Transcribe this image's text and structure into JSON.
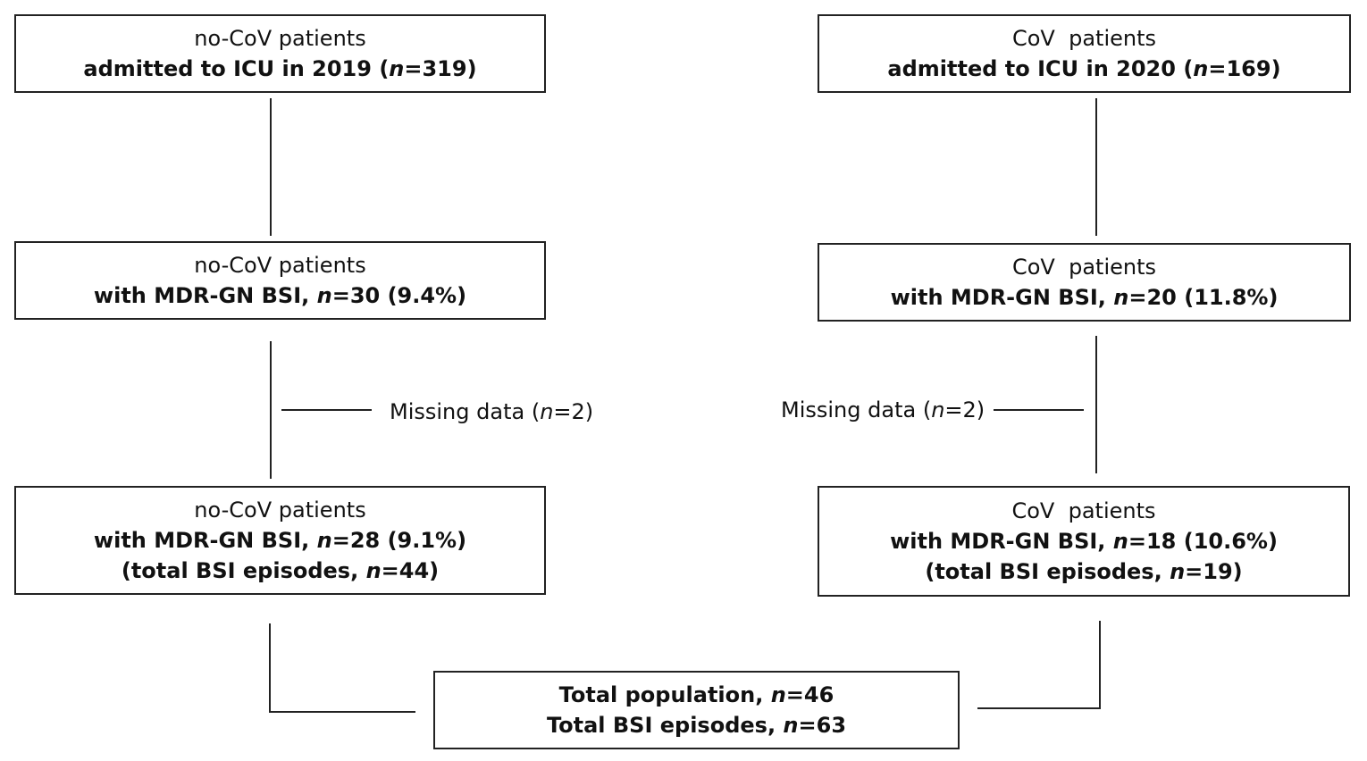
{
  "left": {
    "box1": {
      "line1": "no-CoV patients",
      "line2_pre": "admitted to ICU in 2019 (",
      "n_label": "n",
      "line2_post": "=319)"
    },
    "box2": {
      "line1": "no-CoV patients",
      "line2_pre": "with MDR-GN BSI, ",
      "n_label": "n",
      "line2_post": "=30 (9.4%)"
    },
    "missing": {
      "pre": "Missing data (",
      "n_label": "n",
      "post": "=2)"
    },
    "box3": {
      "line1": "no-CoV patients",
      "line2_pre": "with MDR-GN BSI, ",
      "n_label": "n",
      "line2_post": "=28 (9.1%)",
      "line3_pre": "(total BSI episodes, ",
      "line3_n": "n",
      "line3_post": "=44)"
    }
  },
  "right": {
    "box1": {
      "line1": "CoV  patients",
      "line2_pre": "admitted to ICU in 2020 (",
      "n_label": "n",
      "line2_post": "=169)"
    },
    "box2": {
      "line1": "CoV  patients",
      "line2_pre": "with MDR-GN BSI, ",
      "n_label": "n",
      "line2_post": "=20 (11.8%)"
    },
    "missing": {
      "pre": "Missing data (",
      "n_label": "n",
      "post": "=2)"
    },
    "box3": {
      "line1": "CoV  patients",
      "line2_pre": "with MDR-GN BSI, ",
      "n_label": "n",
      "line2_post": "=18 (10.6%)",
      "line3_pre": "(total BSI episodes, ",
      "line3_n": "n",
      "line3_post": "=19)"
    }
  },
  "total": {
    "line1_pre": "Total population, ",
    "line1_n": "n",
    "line1_post": "=46",
    "line2_pre": "Total BSI episodes, ",
    "line2_n": "n",
    "line2_post": "=63"
  }
}
